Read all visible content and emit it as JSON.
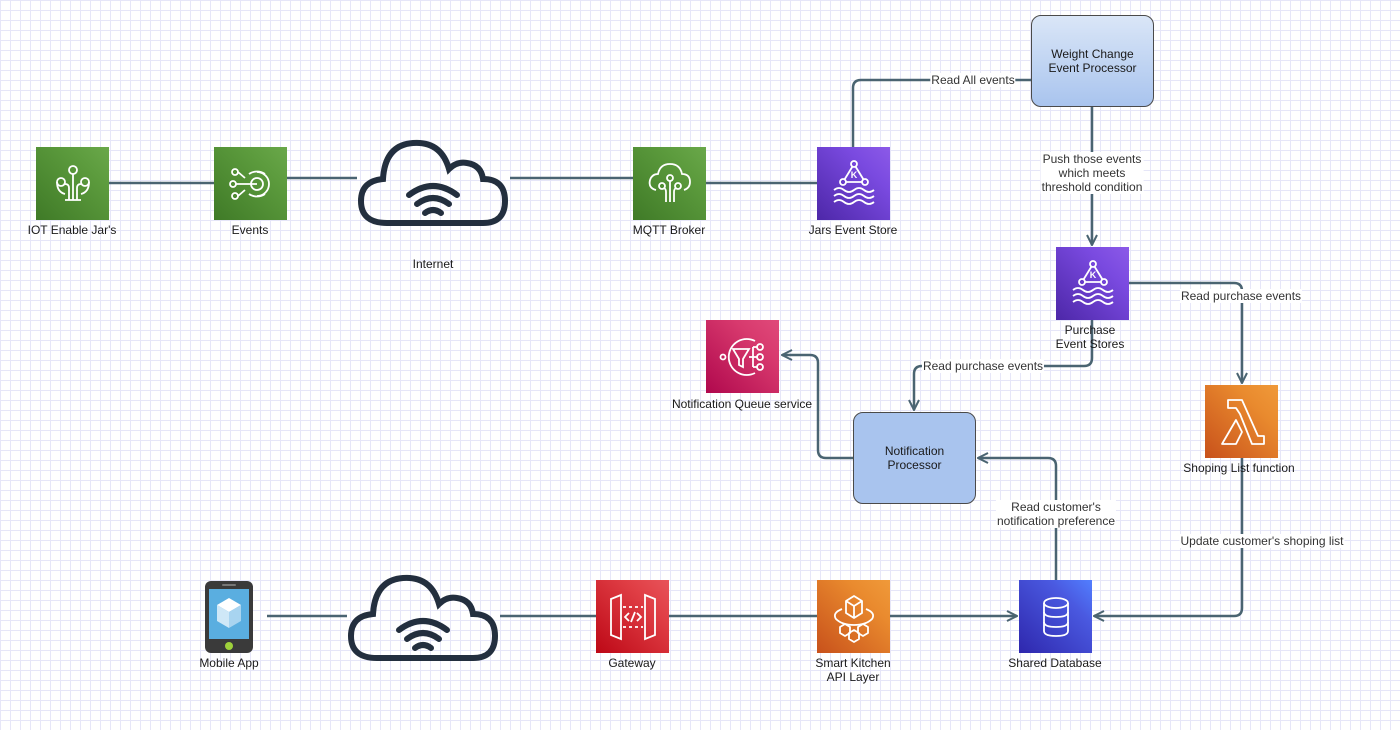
{
  "diagram": {
    "colors": {
      "edge": "#4a6471",
      "aws_iot_green": "#5c9b3d",
      "aws_analytics_purple": "#7a4ae0",
      "aws_app_integration_pink": "#d83a6e",
      "aws_networking_red": "#e03e45",
      "aws_compute_orange": "#e98a2e",
      "aws_database_blue": "#4a59e0",
      "processor_fill": "#a9c4ee"
    },
    "nodes": {
      "iot_jar": {
        "label": "IOT Enable Jar's",
        "icon": "iot-thing-icon"
      },
      "events": {
        "label": "Events",
        "icon": "iot-events-icon"
      },
      "internet_top": {
        "label": "Internet",
        "icon": "internet-cloud-icon"
      },
      "mqtt": {
        "label": "MQTT Broker",
        "icon": "iot-core-icon"
      },
      "jars_store": {
        "label": "Jars Event Store",
        "icon": "kafka-msk-icon"
      },
      "weight_proc": {
        "line1": "Weight Change",
        "line2": "Event Processor"
      },
      "purchase_store": {
        "line1": "Purchase",
        "line2": "Event Stores",
        "icon": "kafka-msk-icon"
      },
      "notif_queue": {
        "label": "Notification Queue service",
        "icon": "sns-icon"
      },
      "notif_proc": {
        "line1": "Notification",
        "line2": "Processor"
      },
      "shopping_fn": {
        "label": "Shoping List function",
        "icon": "lambda-icon"
      },
      "mobile": {
        "label": "Mobile App",
        "icon": "mobile-phone-icon"
      },
      "internet_bottom": {
        "label": "",
        "icon": "internet-cloud-icon"
      },
      "gateway": {
        "label": "Gateway",
        "icon": "api-gateway-icon"
      },
      "api_layer": {
        "line1": "Smart Kitchen",
        "line2": "API Layer",
        "icon": "api-layer-icon"
      },
      "shared_db": {
        "label": "Shared Database",
        "icon": "database-icon"
      }
    },
    "edge_labels": {
      "read_all": "Read All events",
      "push_1": "Push those events",
      "push_2": "which meets",
      "push_3": "threshold condition",
      "read_purchase_right": "Read purchase events",
      "read_purchase_left": "Read purchase events",
      "read_pref_1": "Read customer's",
      "read_pref_2": "notification preference",
      "update_list": "Update customer's shoping list"
    }
  }
}
